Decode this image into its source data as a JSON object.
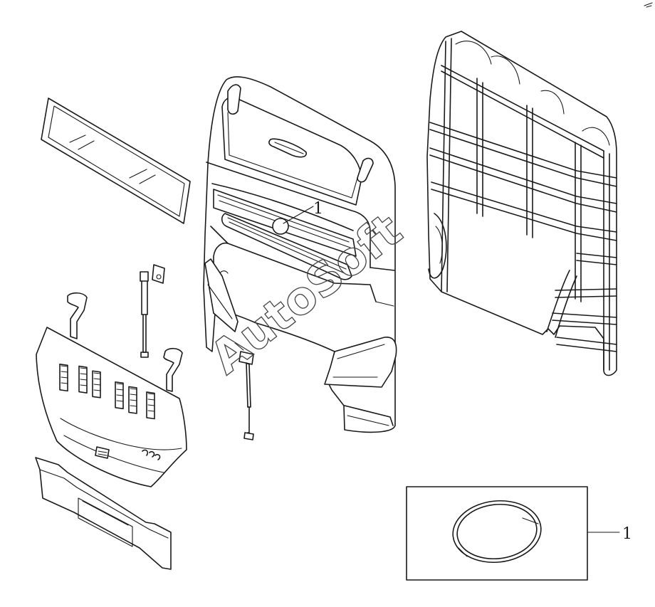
{
  "callouts": {
    "cab_part": "1",
    "inset_part": "1"
  },
  "watermark": {
    "text": "AutoSoft"
  }
}
